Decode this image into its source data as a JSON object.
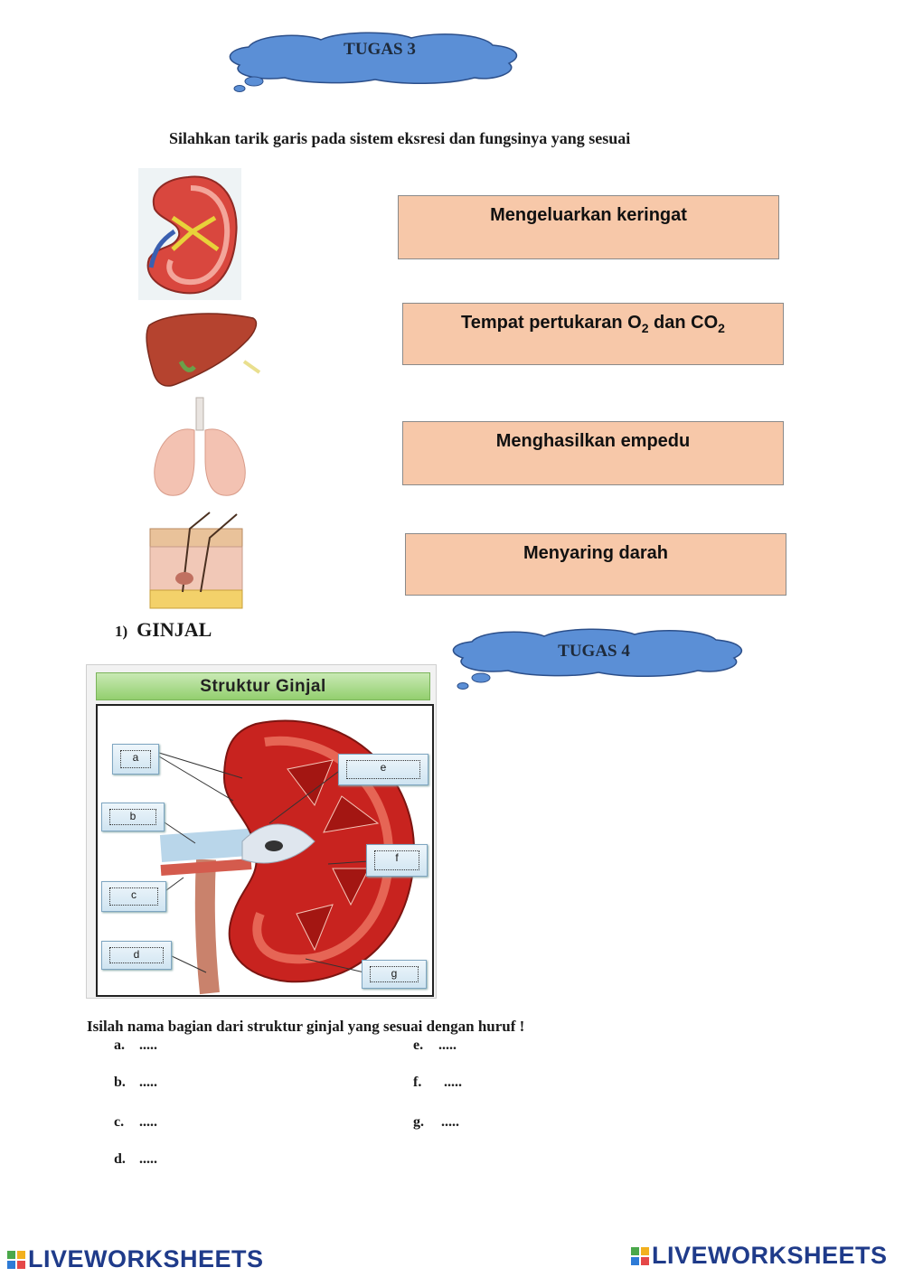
{
  "tugas3": {
    "title": "TUGAS 3"
  },
  "instruction": "Silahkan tarik garis pada sistem eksresi dan fungsinya yang sesuai",
  "organs": [
    {
      "name": "kidney-image"
    },
    {
      "name": "liver-image"
    },
    {
      "name": "lungs-image"
    },
    {
      "name": "skin-image"
    }
  ],
  "functions": [
    {
      "text": "Mengeluarkan keringat"
    },
    {
      "pre": "Tempat pertukaran O",
      "sub1": "2",
      "mid": " dan CO",
      "sub2": "2"
    },
    {
      "text": "Menghasilkan empedu"
    },
    {
      "text": "Menyaring darah"
    }
  ],
  "section": {
    "number": "1)",
    "title": "GINJAL"
  },
  "tugas4": {
    "title": "TUGAS 4"
  },
  "diagram": {
    "title": "Struktur Ginjal",
    "labels": [
      "a",
      "b",
      "c",
      "d",
      "e",
      "f",
      "g"
    ]
  },
  "question": "Isilah nama bagian dari struktur ginjal yang sesuai dengan huruf !",
  "answers_left": [
    {
      "key": "a.",
      "blank": "....."
    },
    {
      "key": "b.",
      "blank": "....."
    },
    {
      "key": "c.",
      "blank": "....."
    },
    {
      "key": "d.",
      "blank": "....."
    }
  ],
  "answers_right": [
    {
      "key": "e.",
      "blank": "....."
    },
    {
      "key": "f.",
      "blank": "....."
    },
    {
      "key": "g.",
      "blank": "....."
    }
  ],
  "footer": {
    "brand": "LIVEWORKSHEETS"
  },
  "colors": {
    "cloud": "#5b8fd6",
    "box": "#f7c8a9",
    "brand": "#1f3b8a"
  }
}
